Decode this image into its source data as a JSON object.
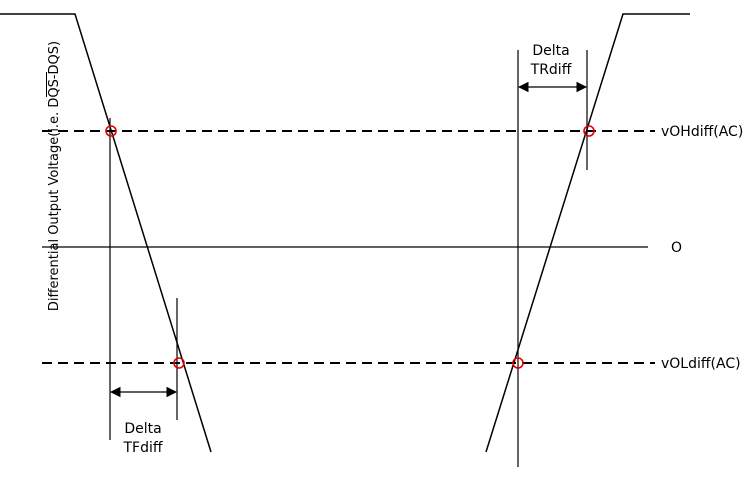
{
  "diagram": {
    "y_axis_label": "Differential Output Voltage(i.e. DQS-DQS)",
    "levels": {
      "high": "vOHdiff(AC)",
      "zero": "O",
      "low": "vOLdiff(AC)"
    },
    "rise_annotation": {
      "line1": "Delta",
      "line2": "TRdiff"
    },
    "fall_annotation": {
      "line1": "Delta",
      "line2": "TFdiff"
    },
    "colors": {
      "line": "#000000",
      "crossing_marker": "#e00000",
      "background": "#ffffff"
    }
  }
}
